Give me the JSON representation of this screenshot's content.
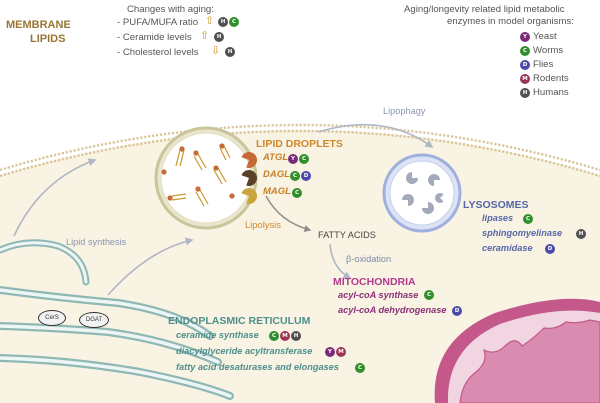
{
  "membrane": {
    "title_line1": "MEMBRANE",
    "title_line2": "LIPIDS",
    "changes_header": "Changes with aging:",
    "items": [
      {
        "text": "- PUFA/MUFA ratio",
        "arrow": "⇧",
        "badges": [
          "H",
          "C"
        ]
      },
      {
        "text": "- Ceramide levels",
        "arrow": "⇧",
        "badges": [
          "H"
        ]
      },
      {
        "text": "- Cholesterol levels",
        "arrow": "⇩",
        "badges": [
          "H"
        ]
      }
    ]
  },
  "legend": {
    "header_line1": "Aging/longevity related lipid metabolic",
    "header_line2": "enzymes in model organisms:",
    "entries": [
      {
        "code": "Y",
        "label": "Yeast",
        "color": "#7b2a7a"
      },
      {
        "code": "C",
        "label": "Worms",
        "color": "#2f8f2a"
      },
      {
        "code": "D",
        "label": "Flies",
        "color": "#4a4aa8"
      },
      {
        "code": "M",
        "label": "Rodents",
        "color": "#9a3452"
      },
      {
        "code": "H",
        "label": "Humans",
        "color": "#505050"
      }
    ]
  },
  "lipid_droplets": {
    "title": "LIPID DROPLETS",
    "enzymes": [
      {
        "name": "ATGL",
        "badges": [
          "Y",
          "C"
        ]
      },
      {
        "name": "DAGL",
        "badges": [
          "C",
          "D"
        ]
      },
      {
        "name": "MAGL",
        "badges": [
          "C"
        ]
      }
    ],
    "lipolysis_label": "Lipolysis"
  },
  "lipophagy_label": "Lipophagy",
  "fatty_acids_label": "FATTY ACIDS",
  "beta_oxidation_label": "β-oxidation",
  "lipid_synthesis_label": "Lipid synthesis",
  "lysosomes": {
    "title": "LYSOSOMES",
    "enzymes": [
      {
        "name": "lipases",
        "badges": [
          "C"
        ]
      },
      {
        "name": "sphingomyelinase",
        "badges": [
          "H"
        ]
      },
      {
        "name": "ceramidase",
        "badges": [
          "D"
        ]
      }
    ]
  },
  "mitochondria": {
    "title": "MITOCHONDRIA",
    "enzymes": [
      {
        "name": "acyl-coA synthase",
        "badges": [
          "C"
        ]
      },
      {
        "name": "acyl-coA dehydrogenase",
        "badges": [
          "D"
        ]
      }
    ]
  },
  "er": {
    "title": "ENDOPLASMIC RETICULUM",
    "enzymes": [
      {
        "name": "ceramide synthase",
        "badges": [
          "C",
          "M",
          "H"
        ]
      },
      {
        "name": "diacylglyceride acyltransferase",
        "badges": [
          "Y",
          "M"
        ]
      },
      {
        "name": "fatty acid desaturases and elongases",
        "badges": [
          "C"
        ]
      }
    ],
    "cers_label": "CerS",
    "dgat_label": "DGAT"
  },
  "colors": {
    "cytoplasm": "#f8f3e3",
    "membrane_head": "#d9c597",
    "er": "#8fb8b5",
    "mitochondria_outer": "#c4588a",
    "lysosome": "#c6d0ee"
  }
}
